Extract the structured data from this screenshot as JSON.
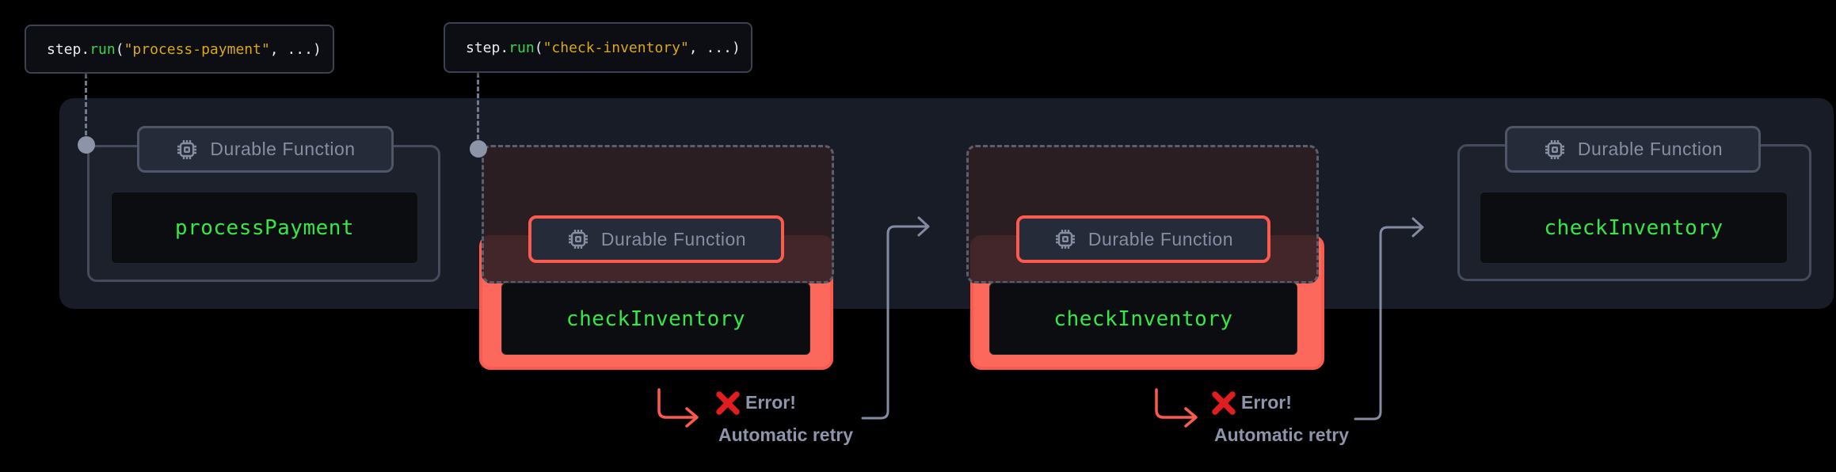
{
  "code_labels": [
    {
      "object": "step",
      "dot": ".",
      "method": "run",
      "open_paren": "(",
      "arg": "\"process-payment\"",
      "close": ", ...)"
    },
    {
      "object": "step",
      "dot": ".",
      "method": "run",
      "open_paren": "(",
      "arg": "\"check-inventory\"",
      "close": ", ...)"
    }
  ],
  "blocks": [
    {
      "badge_label": "Durable Function",
      "icon": "cpu-icon",
      "fn_name": "processPayment",
      "state": "success"
    },
    {
      "badge_label": "Durable Function",
      "icon": "cpu-icon",
      "fn_name": "checkInventory",
      "state": "error"
    },
    {
      "badge_label": "Durable Function",
      "icon": "cpu-icon",
      "fn_name": "checkInventory",
      "state": "error"
    },
    {
      "badge_label": "Durable Function",
      "icon": "cpu-icon",
      "fn_name": "checkInventory",
      "state": "success"
    }
  ],
  "retries": [
    {
      "error_label": "Error!",
      "retry_label": "Automatic retry"
    },
    {
      "error_label": "Error!",
      "retry_label": "Automatic retry"
    }
  ],
  "colors": {
    "background": "#000000",
    "band": "#181c26",
    "accent_red_border": "#fb5a4e",
    "accent_red_fill": "#fd685c",
    "code_green": "#35e747",
    "method_green": "#3fd24b",
    "string_yellow": "#d9a814",
    "slate_text": "#8d95ab",
    "error_x_red": "#e11d1d"
  }
}
